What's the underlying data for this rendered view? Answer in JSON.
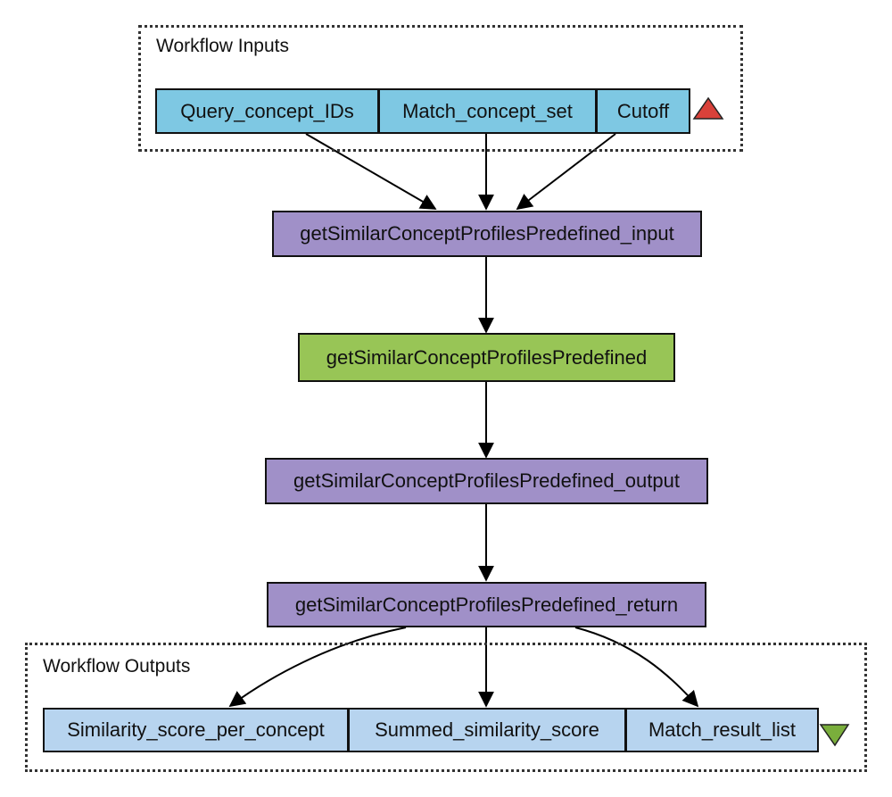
{
  "inputs_group": {
    "label": "Workflow Inputs",
    "ports": [
      "Query_concept_IDs",
      "Match_concept_set",
      "Cutoff"
    ],
    "marker_color": "#d9413a"
  },
  "processors": {
    "input_node": "getSimilarConceptProfilesPredefined_input",
    "service_node": "getSimilarConceptProfilesPredefined",
    "output_node": "getSimilarConceptProfilesPredefined_output",
    "return_node": "getSimilarConceptProfilesPredefined_return"
  },
  "outputs_group": {
    "label": "Workflow Outputs",
    "ports": [
      "Similarity_score_per_concept",
      "Summed_similarity_score",
      "Match_result_list"
    ],
    "marker_color": "#7aae3c"
  },
  "colors": {
    "input_port": "#7ec8e3",
    "output_port": "#b7d4ef",
    "processor": "#a090c8",
    "service": "#98c556"
  }
}
